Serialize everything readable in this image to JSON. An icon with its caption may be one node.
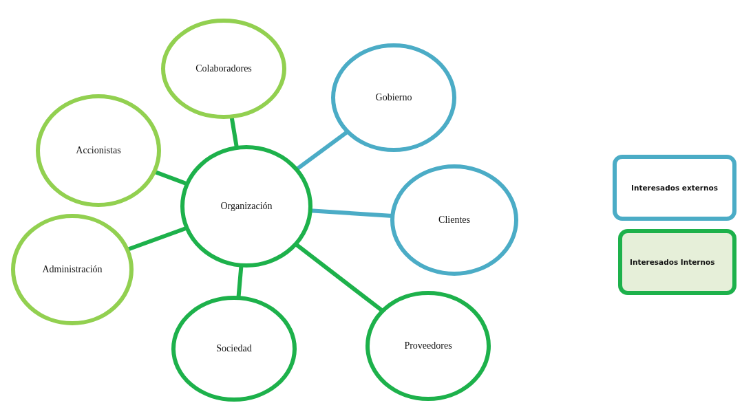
{
  "diagram": {
    "nodes": [
      {
        "text": [
          "Colaboradores"
        ]
      },
      {
        "text": [
          "Gobierno"
        ]
      },
      {
        "text": [
          "Accionistas"
        ]
      },
      {
        "text": [
          "Organización"
        ]
      },
      {
        "text": [
          "Clientes"
        ]
      },
      {
        "text": [
          "Administración"
        ]
      },
      {
        "text": [
          "Sociedad"
        ]
      },
      {
        "text": [
          "Proveedores"
        ]
      }
    ],
    "edges": [
      {
        "from": 3,
        "to": 0,
        "arrow": "none"
      },
      {
        "from": 3,
        "to": 1,
        "arrow": "none",
        "color": "#4bacc6"
      },
      {
        "from": 3,
        "to": 2,
        "arrow": "none"
      },
      {
        "from": 3,
        "to": 4,
        "arrow": "none",
        "color": "#4bacc6"
      },
      {
        "from": 3,
        "to": 5,
        "arrow": "none"
      },
      {
        "from": 3,
        "to": 6,
        "arrow": "none"
      },
      {
        "from": 3,
        "to": 7,
        "arrow": "none"
      }
    ],
    "legend": [
      {
        "text": "Interesados externos",
        "color": "#4bacc6"
      },
      {
        "text": "Interesados Internos",
        "color": "#1db14b"
      }
    ]
  }
}
